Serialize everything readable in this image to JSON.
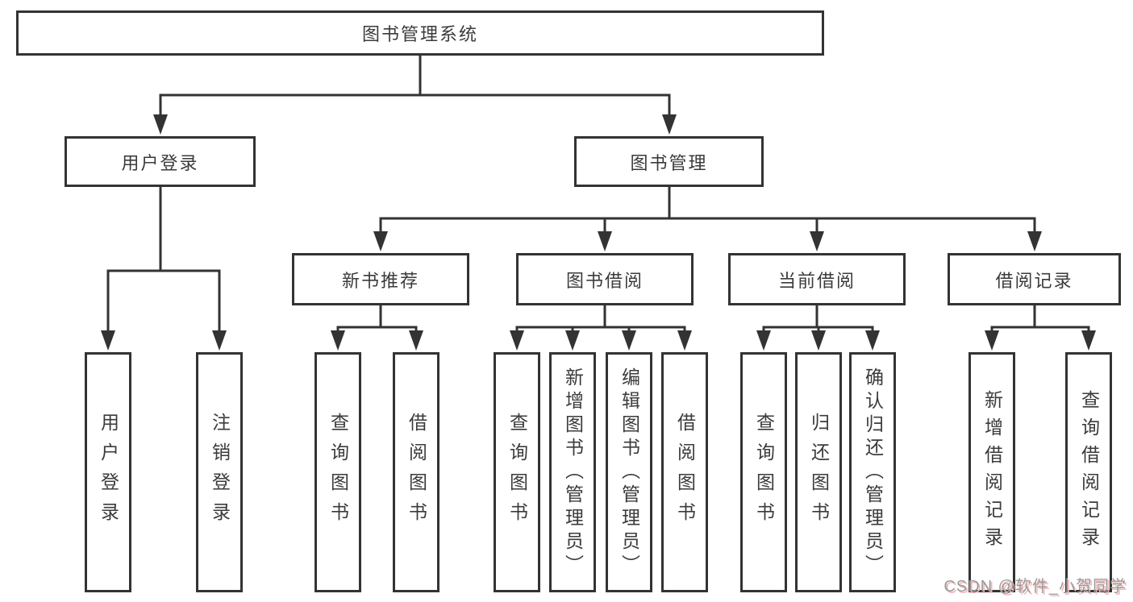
{
  "tree": {
    "root": {
      "label": "图书管理系统"
    },
    "branches": [
      {
        "label": "用户登录",
        "children": [
          {
            "label": "用户登录"
          },
          {
            "label": "注销登录"
          }
        ]
      },
      {
        "label": "图书管理",
        "children": [
          {
            "label": "新书推荐",
            "children": [
              {
                "label": "查询图书"
              },
              {
                "label": "借阅图书"
              }
            ]
          },
          {
            "label": "图书借阅",
            "children": [
              {
                "label": "查询图书"
              },
              {
                "label": "新增图书（管理员）"
              },
              {
                "label": "编辑图书（管理员）"
              },
              {
                "label": "借阅图书"
              }
            ]
          },
          {
            "label": "当前借阅",
            "children": [
              {
                "label": "查询图书"
              },
              {
                "label": "归还图书"
              },
              {
                "label": "确认归还（管理员）"
              }
            ]
          },
          {
            "label": "借阅记录",
            "children": [
              {
                "label": "新增借阅记录"
              },
              {
                "label": "查询借阅记录"
              }
            ]
          }
        ]
      }
    ]
  },
  "watermark": {
    "text": "CSDN @软件_小贺同学"
  },
  "colors": {
    "line": "#333333",
    "border": "#333333",
    "text": "#3b3b3b",
    "watermark": "#9b9b9b",
    "watermark_shadow": "#f2b7b7"
  }
}
